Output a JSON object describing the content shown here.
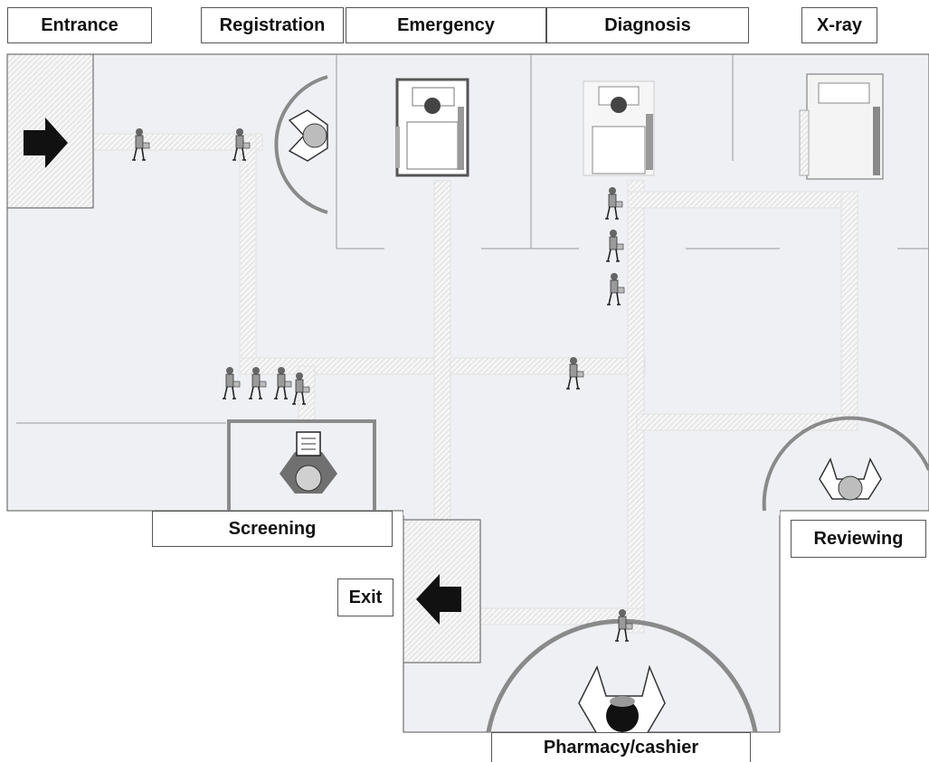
{
  "labels": {
    "entrance": "Entrance",
    "registration": "Registration",
    "emergency": "Emergency",
    "diagnosis": "Diagnosis",
    "xray": "X-ray",
    "screening": "Screening",
    "reviewing": "Reviewing",
    "exit": "Exit",
    "pharmacy": "Pharmacy/cashier"
  },
  "colors": {
    "floor": "#eef0f4",
    "wall": "#8a8a8a",
    "path": "#fafafa",
    "person": "#9a9a9a"
  },
  "icons": {
    "entrance": "arrow-right-icon",
    "exit": "arrow-left-icon",
    "patient": "walking-patient-icon",
    "staff": "staff-desk-icon",
    "bed": "hospital-bed-icon",
    "document": "document-icon"
  }
}
